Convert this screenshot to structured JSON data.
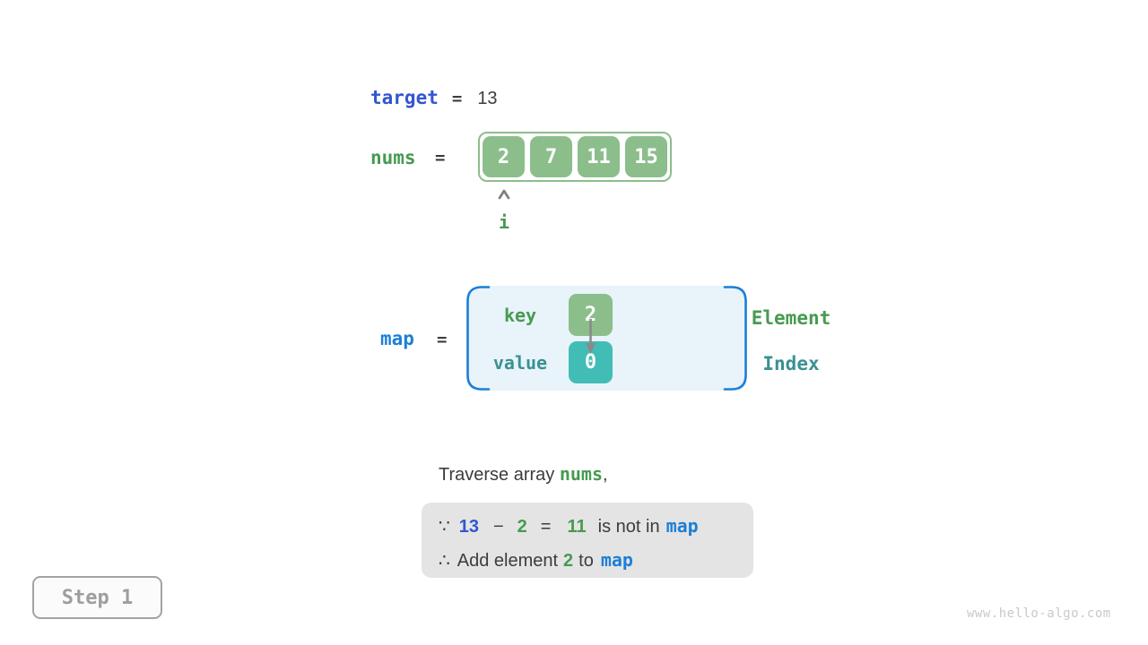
{
  "colors": {
    "royal_blue": "#3355D0",
    "bright_blue": "#1C7FD8",
    "green_text": "#479A50",
    "teal_text": "#3A9193",
    "box_green": "#8CBE8C",
    "box_teal": "#41BDB5",
    "map_fill": "#E8F3FA",
    "note_bg": "#E4E4E4",
    "dark_text": "#3C3C3C",
    "step_gray": "#9E9E9E"
  },
  "target_line": {
    "label": "target",
    "equals": "=",
    "value": "13"
  },
  "nums_line": {
    "label": "nums",
    "equals": "=",
    "cells": [
      "2",
      "7",
      "11",
      "15"
    ],
    "pointer": "i"
  },
  "map_line": {
    "label": "map",
    "equals": "=",
    "key_label": "key",
    "value_label": "value",
    "key_cell": "2",
    "value_cell": "0",
    "element_label": "Element",
    "index_label": "Index"
  },
  "caption": {
    "prefix": "Traverse array ",
    "code": "nums",
    "suffix": ","
  },
  "note": {
    "line1": [
      "∵",
      "13",
      "−",
      "2",
      "=",
      "11",
      "is not in",
      "map"
    ],
    "line2": [
      "∴",
      "Add element",
      "2",
      "to",
      "map"
    ]
  },
  "footer": {
    "step": "Step 1",
    "watermark": "www.hello-algo.com"
  }
}
